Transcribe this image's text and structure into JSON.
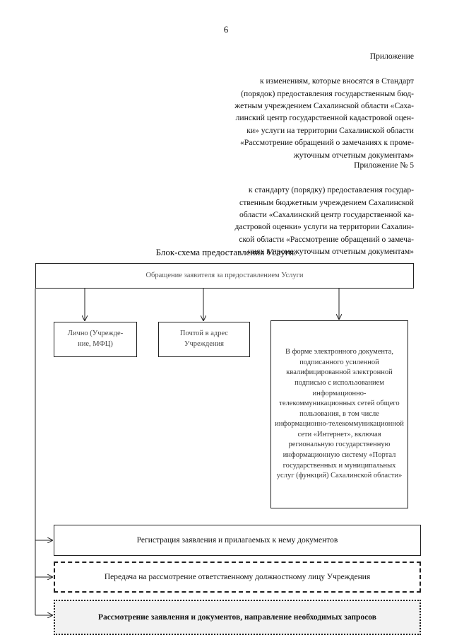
{
  "page_number": "6",
  "appendix_changes": {
    "heading": "Приложение",
    "text": "к изменениям, которые вносятся в Стандарт\n(порядок) предоставления государственным бюд-\nжетным учреждением Сахалинской области «Саха-\nлинский центр государственной кадастровой оцен-\nки» услуги на территории Сахалинской области\n«Рассмотрение обращений о замечаниях к проме-\nжуточным отчетным документам»"
  },
  "appendix_5": {
    "heading": "Приложение № 5",
    "text": "к стандарту (порядку) предоставления государ-\nственным бюджетным учреждением Сахалинской\nобласти «Сахалинский центр государственной ка-\nдастровой оценки» услуги на территории Сахалин-\nской области «Рассмотрение обращений о замеча-\nниях к промежуточным отчетным документам»"
  },
  "flowchart": {
    "title": "Блок-схема предоставления Услуги.",
    "top_box": "Обращение заявителя за предоставлением Услуги",
    "channels": [
      "Лично (Учрежде-\nние, МФЦ)",
      "Почтой в адрес\nУчреждения",
      "В форме электронного документа, подписанного усиленной квалифицированной электронной подписью с использованием информационно-телекоммуникационных сетей общего пользования, в том числе информационно-телекоммуникационной сети «Интернет», включая региональную государственную информационную систему «Портал государственных и муниципальных услуг (функций) Сахалинской области»"
    ],
    "steps": [
      "Регистрация заявления и прилагаемых к нему документов",
      "Передача на рассмотрение ответственному должностному лицу Учреждения",
      "Рассмотрение заявления и документов, направление необходимых запросов"
    ]
  }
}
